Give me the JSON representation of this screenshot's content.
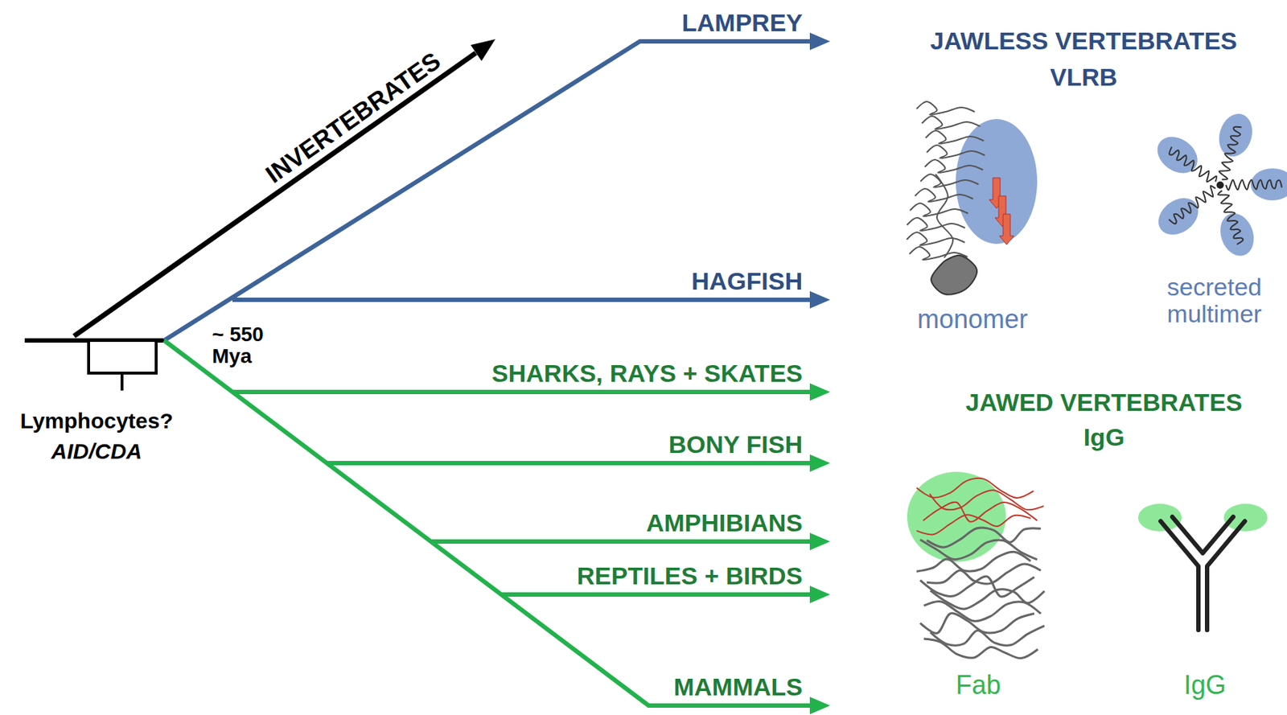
{
  "diagram": {
    "labels": [
      "INVERTEBRATES",
      "LAMPREY",
      "HAGFISH",
      "~ 550 Mya",
      "Lymphocytes?",
      "AID/CDA",
      "SHARKS, RAYS + SKATES",
      "BONY FISH",
      "AMPHIBIANS",
      "REPTILES + BIRDS",
      "MAMMALS",
      "JAWLESS VERTEBRATES",
      "VLRB",
      "monomer",
      "secreted multimer",
      "JAWED VERTEBRATES",
      "IgG",
      "Fab",
      "IgG"
    ]
  }
}
